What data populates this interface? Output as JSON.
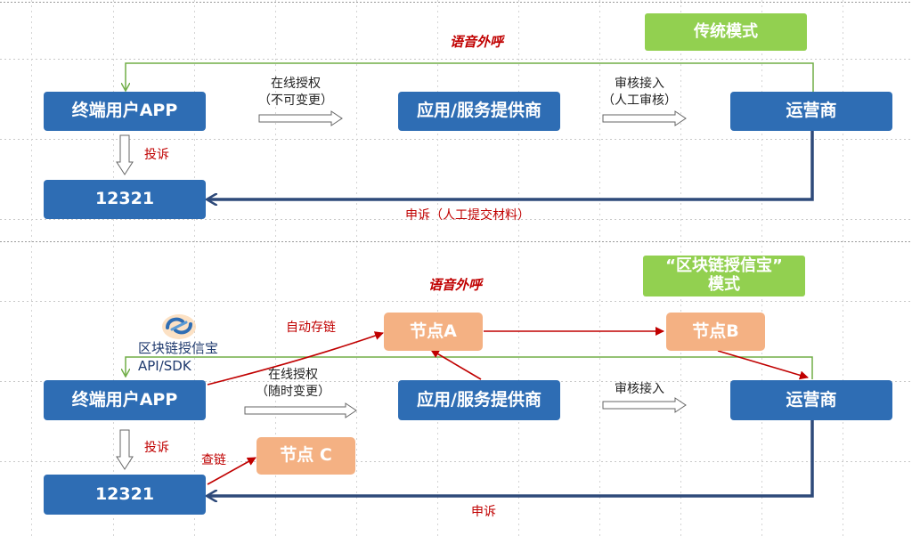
{
  "traditional": {
    "title": "语音外呼",
    "mode_label": "传统模式",
    "user_app": "终端用户APP",
    "provider": "应用/服务提供商",
    "carrier": "运营商",
    "hotline": "12321",
    "auth_line1": "在线授权",
    "auth_line2": "（不可变更）",
    "review_line1": "审核接入",
    "review_line2": "（人工审核）",
    "complain": "投诉",
    "appeal": "申诉（人工提交材料）"
  },
  "blockchain": {
    "title": "语音外呼",
    "mode_label_line1": "“区块链授信宝”",
    "mode_label_line2": "模式",
    "user_app": "终端用户APP",
    "provider": "应用/服务提供商",
    "carrier": "运营商",
    "hotline": "12321",
    "node_a": "节点A",
    "node_b": "节点B",
    "node_c": "节点 C",
    "auto_store": "自动存链",
    "auth_line1": "在线授权",
    "auth_line2": "（随时变更）",
    "review": "审核接入",
    "complain": "投诉",
    "query_chain": "查链",
    "appeal": "申诉",
    "sdk_line1": "区块链授信宝",
    "sdk_line2": "API/SDK"
  },
  "colors": {
    "blue_box": "#2e6db4",
    "green_box": "#92d050",
    "orange_box": "#f4b183",
    "green_line": "#70ad47",
    "red_text": "#c00000",
    "red_arrow": "#c00000"
  }
}
